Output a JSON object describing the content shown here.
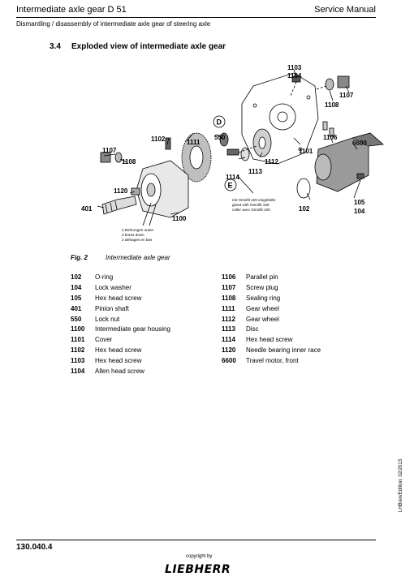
{
  "header": {
    "title": "Intermediate axle gear D 51",
    "right": "Service Manual",
    "subtitle": "Dismantling / disassembly of intermediate axle gear of steering axle"
  },
  "section": {
    "number": "3.4",
    "title": "Exploded view of intermediate axle gear"
  },
  "figure": {
    "callouts": {
      "c1103": "1103",
      "c1104": "1104",
      "c1107a": "1107",
      "c1108a": "1108",
      "c1106": "1106",
      "c6600": "6600",
      "c1101": "1101",
      "c1112": "1112",
      "c1113": "1113",
      "c1114": "1114",
      "cD": "D",
      "c550": "550",
      "cE": "E",
      "c1111": "1111",
      "c1102": "1102",
      "c1107b": "1107",
      "c1108b": "1108",
      "c1120": "1120",
      "c401": "401",
      "c1100": "1100",
      "c102": "102",
      "c105": "105",
      "c104": "104"
    },
    "note_bores": [
      "2 Bohrungen unten",
      "2 bores down",
      "2 alésages en bas"
    ],
    "note_glue": [
      "mit Omnifit 100 eingeklebt",
      "glued with Omnifit 100",
      "coller avec Omnifit 100"
    ]
  },
  "caption": {
    "number": "Fig. 2",
    "text": "Intermediate axle gear"
  },
  "parts_left": [
    {
      "no": "102",
      "desc": "O-ring"
    },
    {
      "no": "104",
      "desc": "Lock washer"
    },
    {
      "no": "105",
      "desc": "Hex head screw"
    },
    {
      "no": "401",
      "desc": "Pinion shaft"
    },
    {
      "no": "550",
      "desc": "Lock nut"
    },
    {
      "no": "1100",
      "desc": "Intermediate gear housing"
    },
    {
      "no": "1101",
      "desc": "Cover"
    },
    {
      "no": "1102",
      "desc": "Hex head screw"
    },
    {
      "no": "1103",
      "desc": "Hex head screw"
    },
    {
      "no": "1104",
      "desc": "Allen head screw"
    }
  ],
  "parts_right": [
    {
      "no": "1106",
      "desc": "Parallel pin"
    },
    {
      "no": "1107",
      "desc": "Screw plug"
    },
    {
      "no": "1108",
      "desc": "Sealing ring"
    },
    {
      "no": "1111",
      "desc": "Gear wheel"
    },
    {
      "no": "1112",
      "desc": "Gear wheel"
    },
    {
      "no": "1113",
      "desc": "Disc"
    },
    {
      "no": "1114",
      "desc": "Hex head screw"
    },
    {
      "no": "1120",
      "desc": "Needle bearing inner race"
    },
    {
      "no": "6600",
      "desc": "Travel motor, front"
    }
  ],
  "side_note": "LHB/en/Edition: 02/2013",
  "footer": {
    "page": "130.040.4",
    "copyright": "copyright by",
    "logo": "LIEBHERR"
  }
}
